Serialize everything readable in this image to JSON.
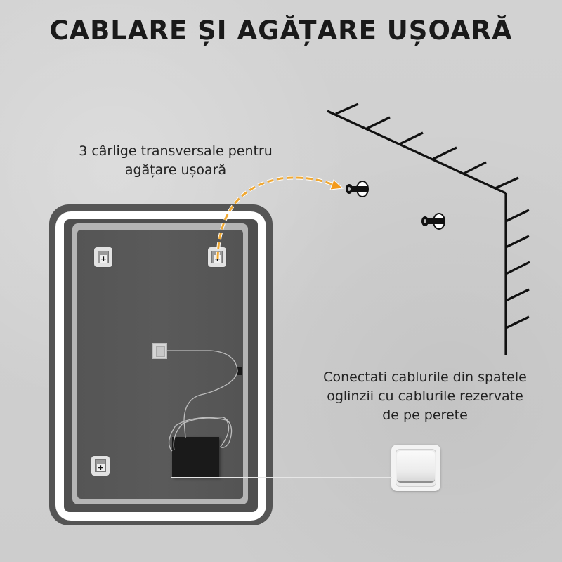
{
  "title": "CABLARE ȘI AGĂȚARE UȘOARĂ",
  "captions": {
    "hooks": {
      "lines": [
        "3 cârlige transversale pentru",
        "agățare ușoară"
      ]
    },
    "cables": {
      "lines": [
        "Conectati cablurile din spatele",
        "oglinzii cu cablurile rezervate",
        "de pe perete"
      ]
    }
  },
  "diagram": {
    "mirror": {
      "hook_slots": 3,
      "components": [
        "hook-slot-top-left",
        "hook-slot-top-right",
        "hook-slot-bottom-left",
        "touch-sensor",
        "led-driver-box",
        "power-cable"
      ]
    },
    "wall": {
      "screws": 2,
      "components": [
        "wall-corner-hatch",
        "wall-screw-1",
        "wall-screw-2",
        "wall-switch"
      ]
    },
    "arrow": {
      "style": "dashed-curve",
      "color": "#f0a832",
      "from": "hook-slot-top-right",
      "to": "wall-screw-1"
    },
    "colors": {
      "background": "#cfcfcf",
      "mirror_frame": "#555555",
      "led_strip": "#ffffff",
      "mirror_back": "#555555",
      "accent_arrow": "#f0a832",
      "title_text": "#1a1a1a"
    }
  },
  "icons": {
    "plus": "+"
  }
}
